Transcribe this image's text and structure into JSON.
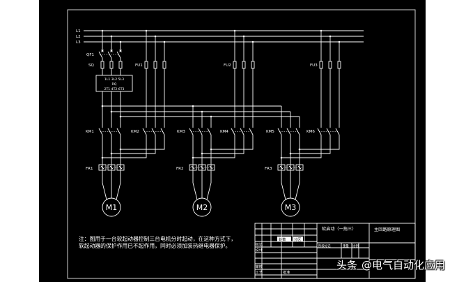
{
  "colors": {
    "page": "#ffffff",
    "canvas": "#000000",
    "line": "#ffffff",
    "frame": "#cfcfcf",
    "watermark_text": "#ffffff"
  },
  "bus": {
    "labels": [
      "L1",
      "L2",
      "L3"
    ]
  },
  "components": {
    "breaker": "QF1",
    "breaker_fuse": "SQ",
    "soft_starter": {
      "terminals_in": "1L1 3L2 5L3",
      "tag": "RQ",
      "terminals_out": "2T1 4T2 6T3"
    },
    "fuses": [
      "FU1",
      "FU2",
      "FU3"
    ],
    "contactors": [
      "KM1",
      "KM2",
      "KM3",
      "KM4",
      "KM5",
      "KM6"
    ],
    "thermal_relays": [
      "FR1",
      "FR2",
      "FR3"
    ],
    "motors": [
      "M1",
      "M2",
      "M3"
    ]
  },
  "note": {
    "lines": [
      "注：图用于一台软起动器控制三台电机分时起动，在这种方式下，",
      "软起动器的保护作用已不起作用，同时必须加装热继电器保护。"
    ]
  },
  "title_block": {
    "drawing_title": "软启动（一拖三）",
    "drawing_name": "主回路原理图",
    "labels": {
      "mark": "标记",
      "count": "处数",
      "zone": "分区",
      "design": "设计",
      "review": "审核",
      "process": "工艺",
      "approve": "批准",
      "stage_mark": "阶段标记",
      "weight": "重量",
      "scale": "比例"
    }
  },
  "watermark": {
    "platform": "头条",
    "account": "@电气自动化应用"
  }
}
